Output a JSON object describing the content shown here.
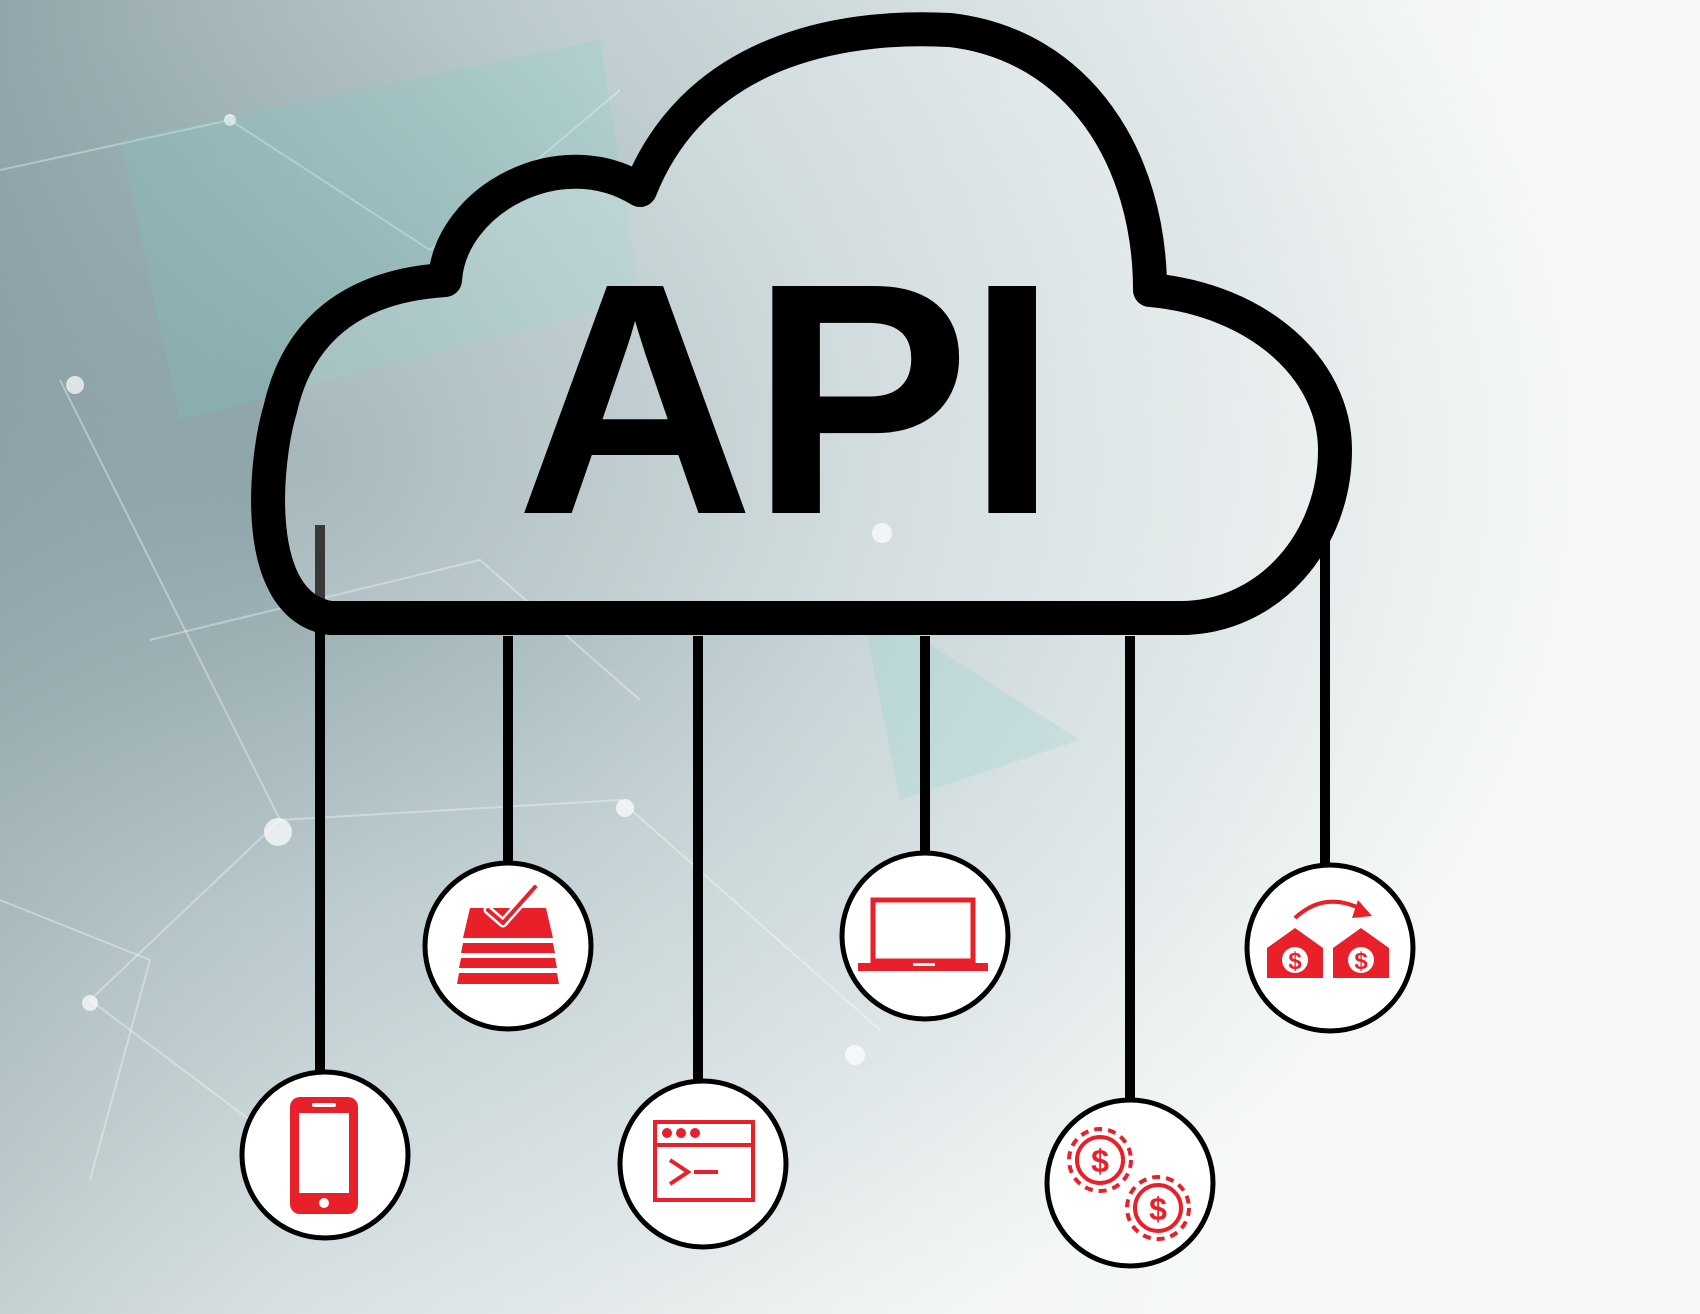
{
  "diagram": {
    "title": "API",
    "colors": {
      "outline": "#000000",
      "icon": "#e8202a",
      "node_fill": "#ffffff",
      "background_light": "#f3f6f7",
      "background_dark": "#6f8a90"
    },
    "nodes": [
      {
        "id": "mobile",
        "icon": "smartphone-icon"
      },
      {
        "id": "layers",
        "icon": "stacked-layers-check-icon"
      },
      {
        "id": "terminal",
        "icon": "terminal-window-icon"
      },
      {
        "id": "laptop",
        "icon": "laptop-icon"
      },
      {
        "id": "gears",
        "icon": "dollar-gears-icon"
      },
      {
        "id": "bank-transfer",
        "icon": "bank-transfer-icon"
      }
    ]
  }
}
